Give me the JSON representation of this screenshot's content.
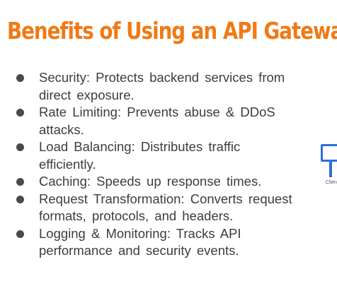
{
  "slide": {
    "title": "Benefits of Using an API Gateway",
    "bullets": [
      {
        "text": "Security: Protects backend services from direct exposure."
      },
      {
        "text": "Rate Limiting: Prevents abuse & DDoS attacks."
      },
      {
        "text": "Load Balancing: Distributes traffic efficiently."
      },
      {
        "text": "Caching: Speeds up response times."
      },
      {
        "text": "Request Transformation: Converts request formats, protocols, and headers."
      },
      {
        "text": "Logging & Monitoring: Tracks API performance and security events."
      }
    ],
    "diagram": {
      "client_label": "Clien",
      "accent_color": "#2f6fd8"
    }
  },
  "colors": {
    "title": "#f07a16",
    "body_text": "#3d3d3d",
    "bullet_dot": "#4a4a4a",
    "background": "#ffffff"
  }
}
